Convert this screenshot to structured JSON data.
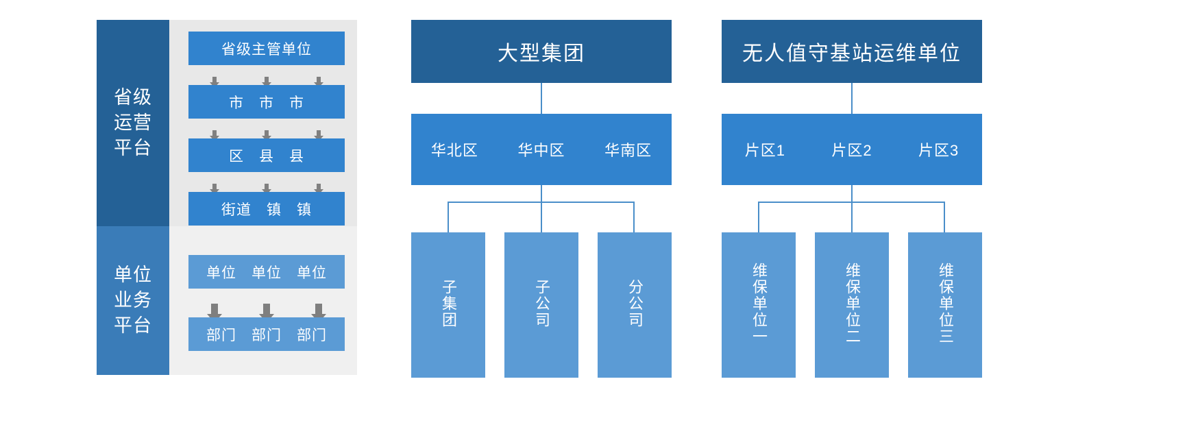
{
  "diagram": {
    "title_semantic": "three-tier-platform-org-chart",
    "colors": {
      "header_dark_blue": "#246196",
      "mid_blue": "#3183ce",
      "leaf_blue": "#5b9bd5",
      "sidebar_light_blue": "#3a7cb8",
      "panel_gray": "#e8e8e8",
      "panel_gray_light": "#f0f0f0",
      "arrow_gray": "#808080",
      "connector_blue": "#4a8ec9",
      "text_white": "#ffffff"
    }
  },
  "panel_provincial": {
    "sections": [
      {
        "label": "省级\n运营\n平台",
        "name": "provincial-operations-platform"
      },
      {
        "label": "单位\n业务\n平台",
        "name": "unit-business-platform"
      }
    ],
    "top_boxes": [
      {
        "label": "省级主管单位"
      },
      {
        "label": "市　市　市"
      },
      {
        "label": "区　县　县"
      },
      {
        "label": "街道　镇　镇"
      }
    ],
    "bottom_boxes": [
      {
        "label": "单位　单位　单位"
      },
      {
        "label": "部门　部门　部门"
      }
    ],
    "arrow_rows": 3,
    "arrows_per_row": 3,
    "big_arrow_rows": 1
  },
  "panel_group": {
    "head": {
      "label": "大型集团"
    },
    "regions": [
      {
        "label": "华北区"
      },
      {
        "label": "华中区"
      },
      {
        "label": "华南区"
      }
    ],
    "leaves": [
      {
        "label": "子集团"
      },
      {
        "label": "子公司"
      },
      {
        "label": "分公司"
      }
    ]
  },
  "panel_unattended": {
    "head": {
      "label": "无人值守基站运维单位"
    },
    "zones": [
      {
        "label": "片区1"
      },
      {
        "label": "片区2"
      },
      {
        "label": "片区3"
      }
    ],
    "leaves": [
      {
        "label": "维保单位一"
      },
      {
        "label": "维保单位二"
      },
      {
        "label": "维保单位三"
      }
    ]
  }
}
